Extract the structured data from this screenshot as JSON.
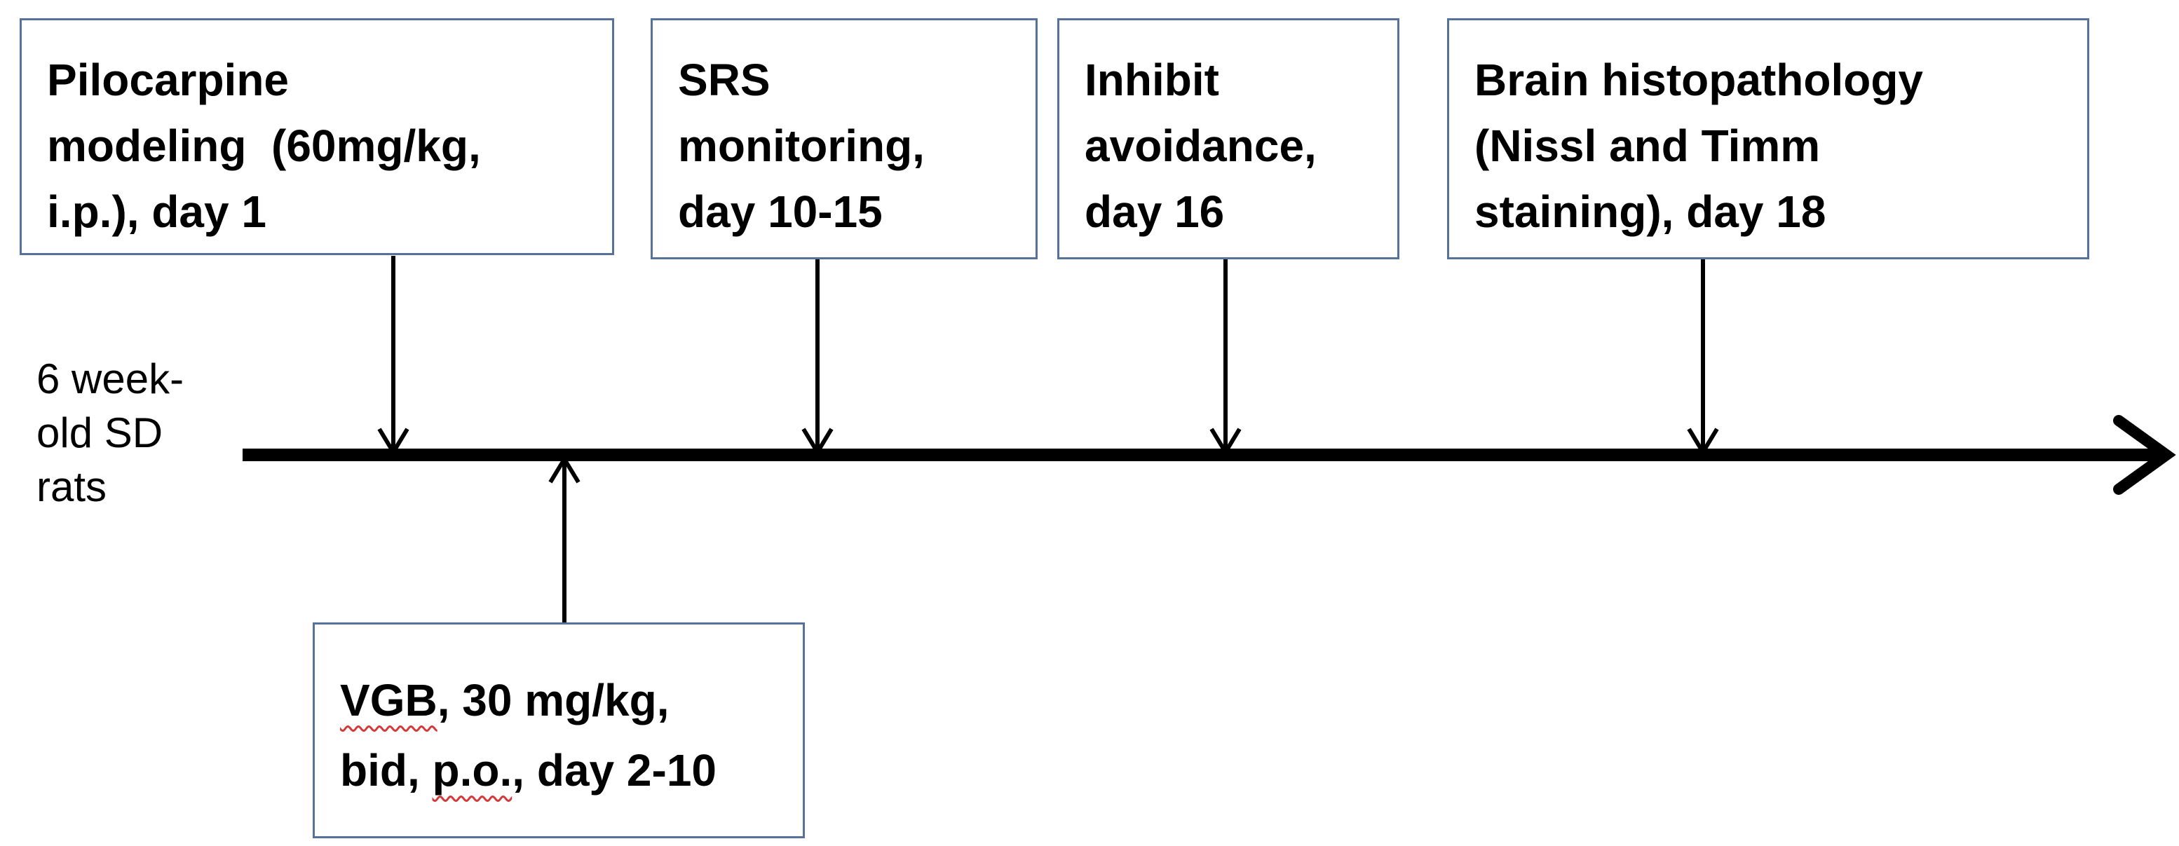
{
  "timeline": {
    "start_label_lines": [
      "6 week-",
      "old SD",
      "rats"
    ],
    "colors": {
      "box_border": "#56729a",
      "arrow": "#000000",
      "spellcheck": "#d43a3a"
    }
  },
  "events_above": [
    {
      "lines": [
        "Pilocarpine",
        "modeling  (60mg/kg,",
        "i.p.), day 1"
      ]
    },
    {
      "lines": [
        "SRS",
        "monitoring,",
        "day 10-15"
      ]
    },
    {
      "lines": [
        "Inhibit",
        "avoidance,",
        "day 16"
      ]
    },
    {
      "lines": [
        "Brain histopathology",
        "(Nissl and Timm",
        "staining), day 18"
      ]
    }
  ],
  "event_below": {
    "line1_prefix": "VGB",
    "line1_rest": ", 30 mg/kg,",
    "line2_prefix": "bid, ",
    "line2_mid": "p.o.",
    "line2_rest": ", day 2-10"
  }
}
